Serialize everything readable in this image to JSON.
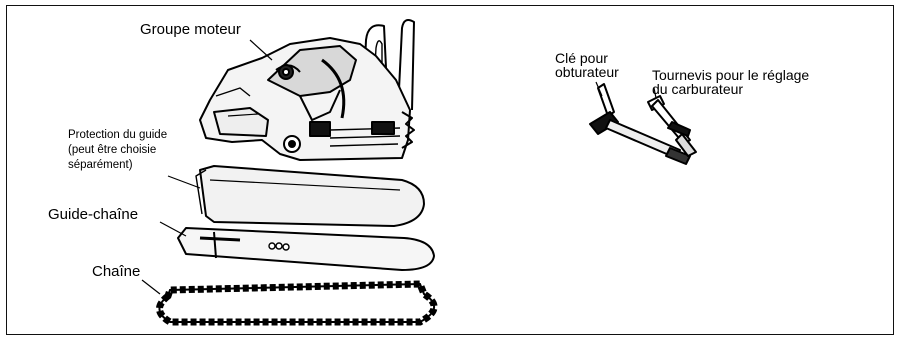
{
  "labels": {
    "groupe_moteur": "Groupe moteur",
    "protection_line1": "Protection du guide",
    "protection_line2": "(peut être choisie",
    "protection_line3": "séparément)",
    "guide_chaine": "Guide-chaîne",
    "chaine": "Chaîne",
    "cle_line1": "Clé pour",
    "cle_line2": "obturateur",
    "tournevis_line1": "Tournevis pour le réglage",
    "tournevis_line2": "du carburateur"
  },
  "icons": [
    "chainsaw-body-icon",
    "bar-cover-icon",
    "guide-bar-icon",
    "saw-chain-icon",
    "wrench-icon",
    "screwdriver-icon"
  ]
}
